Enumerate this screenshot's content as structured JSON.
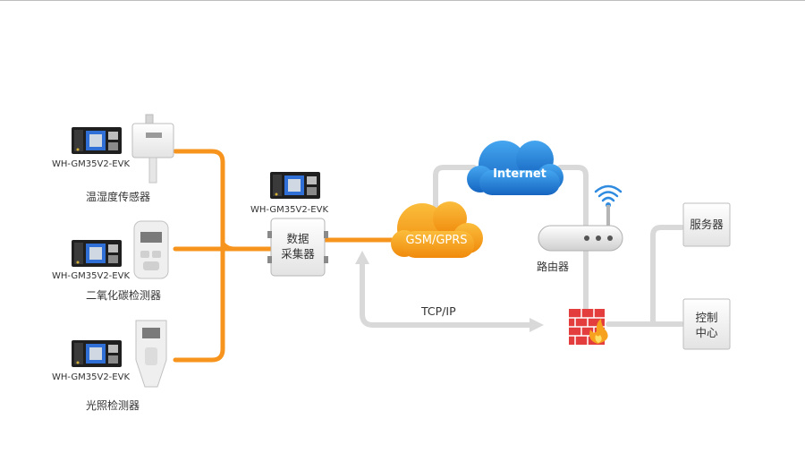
{
  "sensors": [
    {
      "module": "WH-GM35V2-EVK",
      "name": "温湿度传感器"
    },
    {
      "module": "WH-GM35V2-EVK",
      "name": "二氧化碳检测器"
    },
    {
      "module": "WH-GM35V2-EVK",
      "name": "光照检测器"
    }
  ],
  "collector": {
    "module": "WH-GM35V2-EVK",
    "line1": "数据",
    "line2": "采集器"
  },
  "gsm_cloud": {
    "label": "GSM/GPRS"
  },
  "internet_cloud": {
    "label": "Internet"
  },
  "router": {
    "label": "路由器"
  },
  "tcp": {
    "label": "TCP/IP"
  },
  "server": {
    "label": "服务器"
  },
  "control": {
    "line1": "控制",
    "line2": "中心"
  },
  "colors": {
    "orange": "#f7941d",
    "gray_line": "#d9d9d9",
    "cloud_blue": "#1d7fd6",
    "cloud_orange": "#f7a21f",
    "firewall": "#e43d3d"
  }
}
